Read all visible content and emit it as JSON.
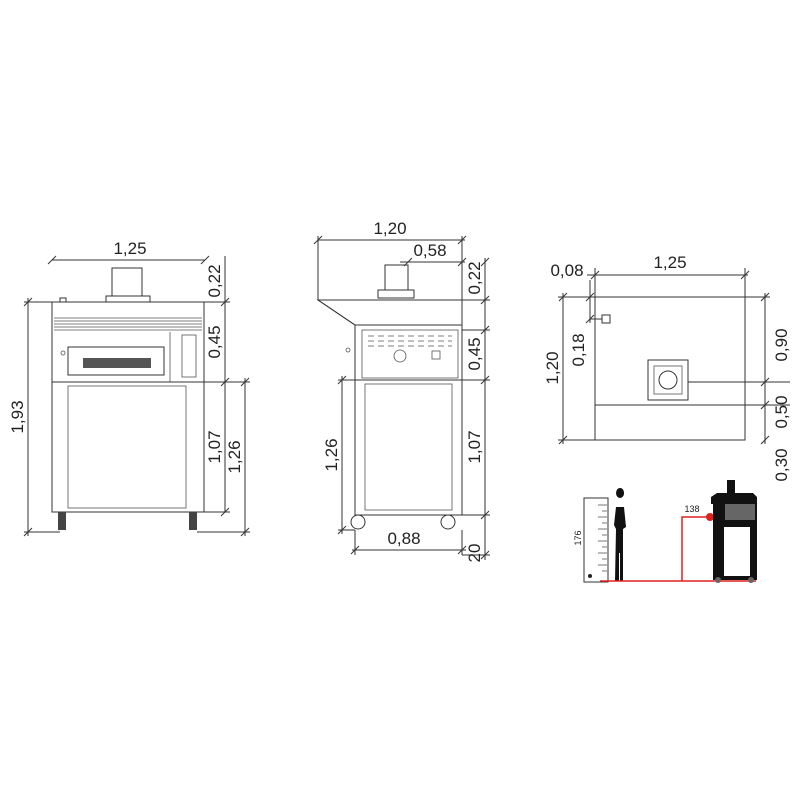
{
  "front_view": {
    "width": "1,25",
    "chimney_height": "0,22",
    "oven_height": "0,45",
    "stand_height": "1,07",
    "stand_with_wheels": "1,26",
    "total_height": "1,93"
  },
  "side_view": {
    "depth": "1,20",
    "chimney_offset": "0,58",
    "chimney_height": "0,22",
    "oven_height": "0,45",
    "stand_height": "1,07",
    "stand_with_wheels": "1,26",
    "base_depth": "0,88",
    "wheel_height": "20"
  },
  "top_view": {
    "edge_offset": "0,08",
    "width": "1,25",
    "depth": "1,20",
    "flue_offset": "0,18",
    "burner_depth": "0,90",
    "burner_offset": "0,50",
    "rear_offset": "0,30"
  },
  "scale_figure": {
    "person_height": "176",
    "mouth_height": "138",
    "accent_color": "#e0201c"
  }
}
